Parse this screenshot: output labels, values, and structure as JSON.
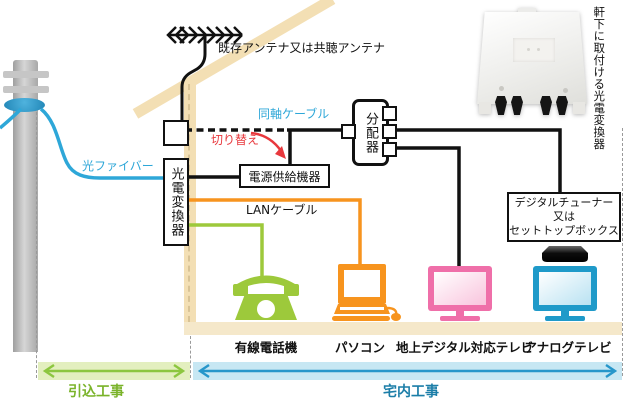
{
  "labels": {
    "existing_antenna": "既存アンテナ又は共聴アンテナ",
    "coax_cable": "同軸ケーブル",
    "switchover": "切り替え",
    "optical_fiber": "光ファイバー",
    "lan_cable": "LANケーブル",
    "eaves_converter": "軒下に取付ける光電変換器"
  },
  "equipment": {
    "optical_converter": "光電変換器",
    "power_supply": "電源供給機器",
    "splitter": "分配器",
    "tuner_box": "デジタルチューナー\n又は\nセットトップボックス"
  },
  "devices": [
    {
      "name": "wired-telephone",
      "label": "有線電話機"
    },
    {
      "name": "pc",
      "label": "パソコン"
    },
    {
      "name": "digital-tv",
      "label": "地上デジタル対応テレビ"
    },
    {
      "name": "analog-tv",
      "label": "アナログテレビ"
    }
  ],
  "construction_phases": {
    "lead_in": "引込工事",
    "indoor": "宅内工事"
  },
  "colors": {
    "fiber_blue": "#2ea7d8",
    "switch_red": "#e8383d",
    "lan_orange": "#f7941e",
    "phone_green": "#9dc93b",
    "digital_tv_pink": "#ef6fa9",
    "analog_tv_blue": "#1f9ac9",
    "lead_in_green": "#8cc63f",
    "indoor_blue": "#2696ca",
    "house_beige": "#f3dfb4",
    "line_black": "#111111"
  }
}
